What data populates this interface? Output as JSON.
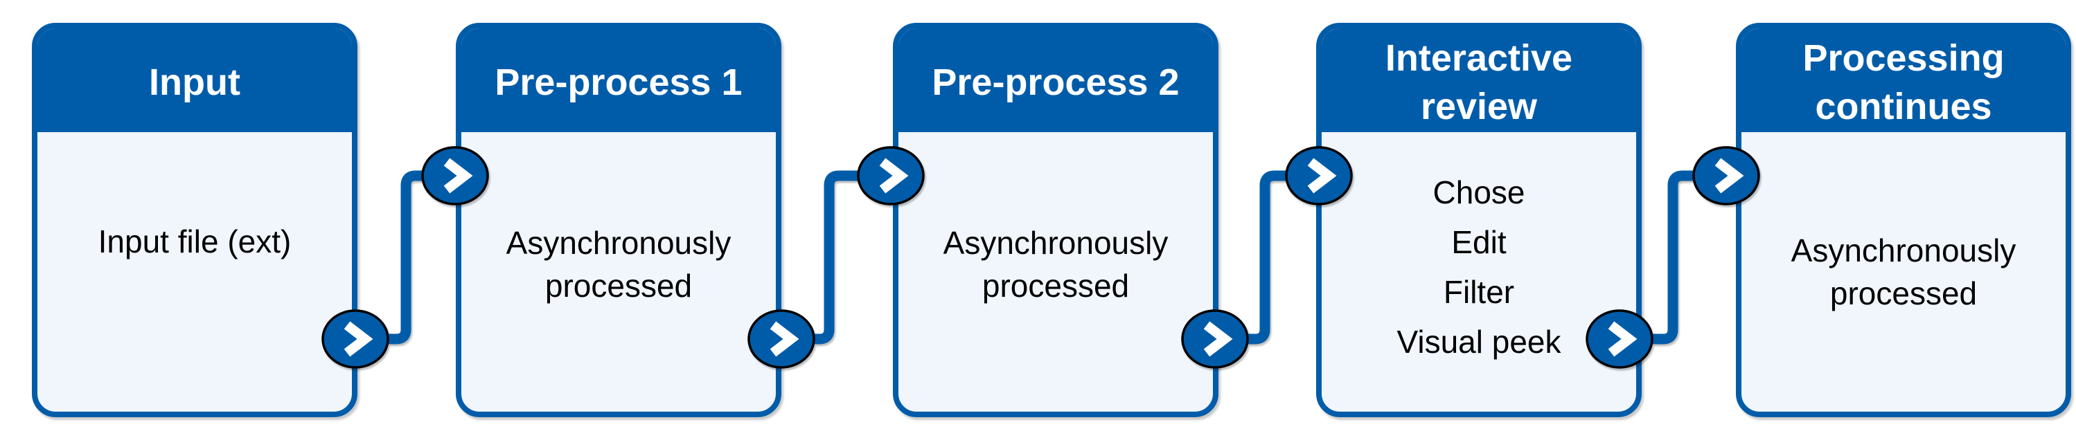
{
  "boxes": [
    {
      "title": "Input",
      "lines": [
        "Input file (ext)"
      ]
    },
    {
      "title": "Pre-process 1",
      "lines": [
        "Asynchronously",
        "processed"
      ]
    },
    {
      "title": "Pre-process 2",
      "lines": [
        "Asynchronously",
        "processed"
      ]
    },
    {
      "title": "Interactive review",
      "lines": [
        "Chose",
        "Edit",
        "Filter",
        "Visual peek"
      ]
    },
    {
      "title": "Processing continues",
      "lines": [
        "Asynchronously",
        "processed"
      ]
    }
  ],
  "colors": {
    "primary": "#005CA9",
    "body_bg": "#F0F6FC",
    "header_text": "#FFFFFF",
    "body_text": "#000000",
    "circle_outline": "#000000",
    "chevron": "#FFFFFF",
    "page_bg": "#FFFFFF"
  },
  "icons": {
    "connector_arrow": "chevron-right"
  }
}
